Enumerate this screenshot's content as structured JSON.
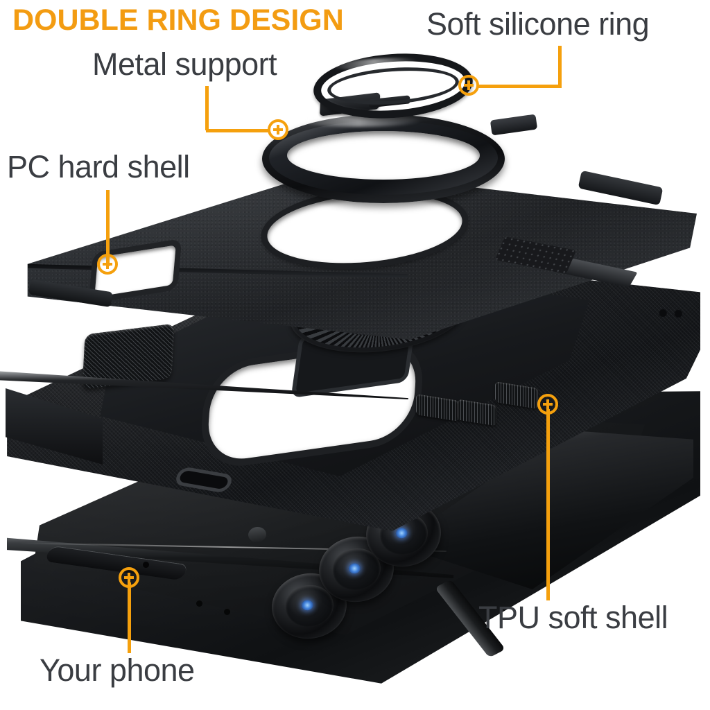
{
  "infographic": {
    "title": "DOUBLE RING DESIGN",
    "accent_color": "#f5a00d",
    "title_color": "#f39c12",
    "label_color": "#3a3d42",
    "background_color": "#ffffff",
    "product": "Phone case exploded view",
    "labels": {
      "silicone_ring": "Soft silicone ring",
      "metal_support": "Metal support",
      "pc_hard_shell": "PC hard shell",
      "tpu_soft_shell": "TPU soft shell",
      "your_phone": "Your phone"
    },
    "layers": [
      {
        "name": "Soft silicone ring",
        "order": 1
      },
      {
        "name": "Metal support",
        "order": 2
      },
      {
        "name": "PC hard shell",
        "order": 3
      },
      {
        "name": "TPU soft shell",
        "order": 4
      },
      {
        "name": "Your phone",
        "order": 5
      }
    ],
    "callout_markers": [
      {
        "target": "silicone-ring",
        "icon": "plus-circle-marker"
      },
      {
        "target": "metal-support",
        "icon": "plus-circle-marker"
      },
      {
        "target": "pc-hard-shell",
        "icon": "plus-circle-marker"
      },
      {
        "target": "tpu-soft-shell",
        "icon": "plus-circle-marker"
      },
      {
        "target": "your-phone",
        "icon": "plus-circle-marker"
      }
    ]
  }
}
